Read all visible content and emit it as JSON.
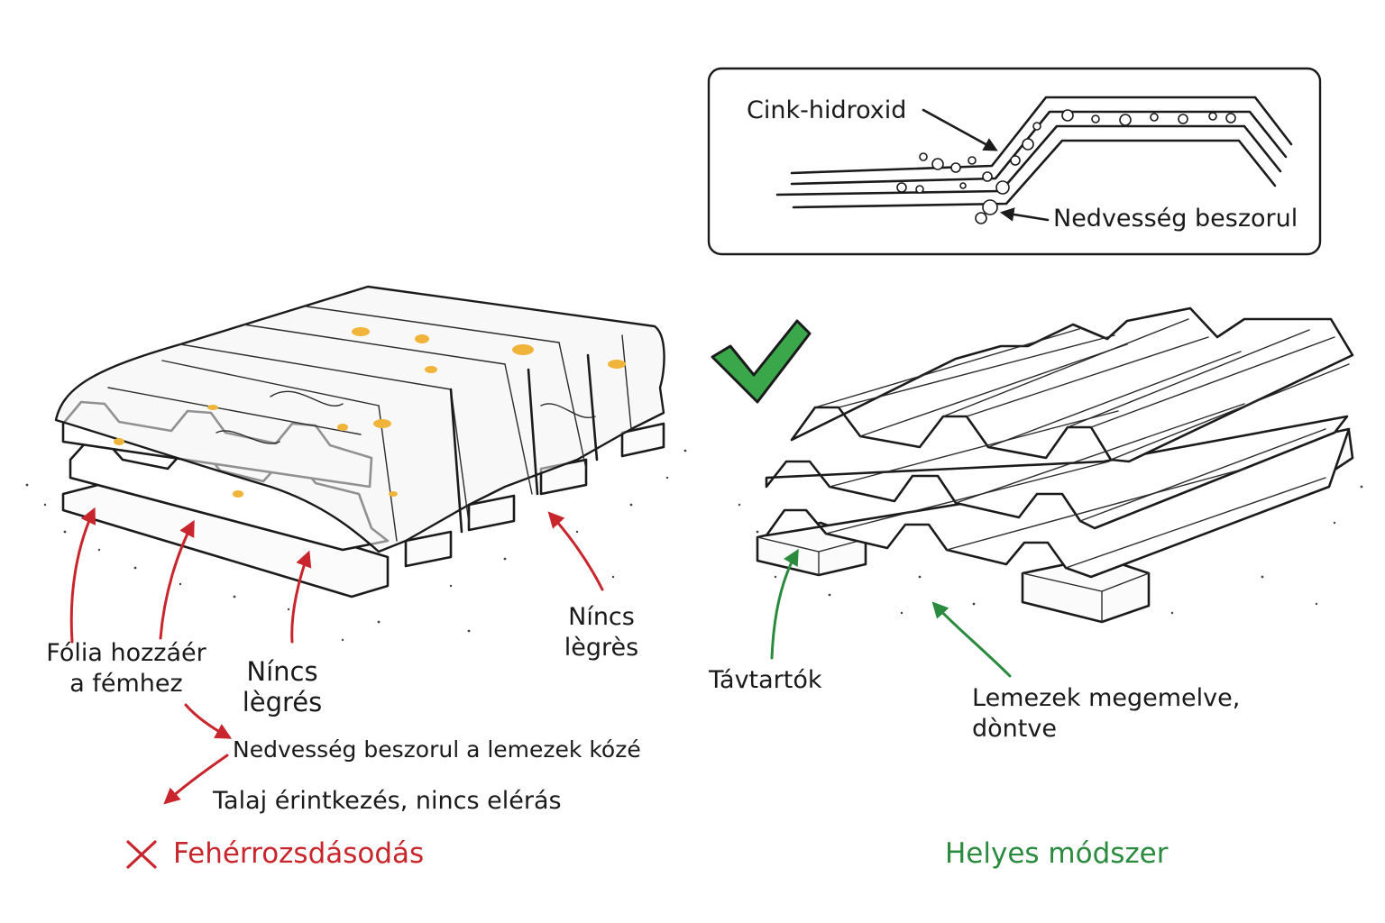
{
  "colors": {
    "bad": "#c8262c",
    "good": "#2a8a3e",
    "rust": "#f0b43a",
    "ink": "#1b1b1b"
  },
  "inset": {
    "label_top": "Cink-hidroxid",
    "label_bottom": "Nedvesség beszorul"
  },
  "left": {
    "label_foil": [
      "Fólia hozzáér",
      "a fémhez"
    ],
    "label_no_air_center": [
      "Níncs",
      "lègrés"
    ],
    "label_no_air_right": [
      "Níncs",
      "lègrès"
    ],
    "label_moisture": "Nedvesség beszorul a lemezek kózé",
    "label_ground": "Talaj érintkezés, nincs elérás",
    "verdict": "Fehérrozsdásodás",
    "verdict_icon": "cross-icon"
  },
  "right": {
    "label_spacers": "Távtartók",
    "label_sheets": [
      "Lemezek megemelve,",
      "dòntve"
    ],
    "verdict": "Helyes módszer",
    "verdict_icon": "checkmark-icon"
  }
}
